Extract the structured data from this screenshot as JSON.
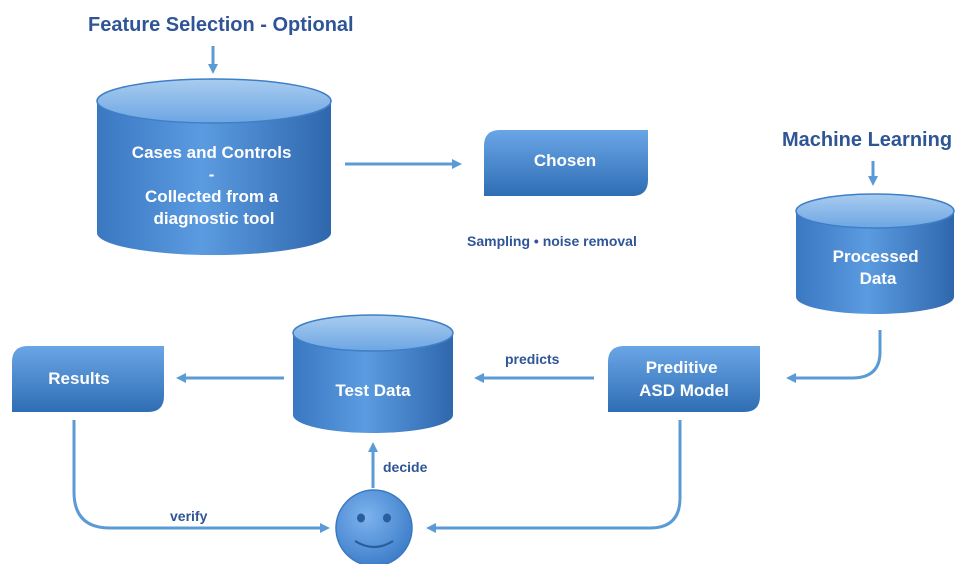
{
  "headings": {
    "feature_selection": "Feature Selection - Optional",
    "machine_learning": "Machine Learning"
  },
  "nodes": {
    "cases_controls": [
      "Cases and Controls",
      "-",
      "Collected from a",
      "diagnostic tool"
    ],
    "chosen": "Chosen",
    "processed_data": [
      "Processed",
      "Data"
    ],
    "predictive_model": [
      "Preditive",
      "ASD Model"
    ],
    "test_data": "Test Data",
    "results": "Results"
  },
  "edge_labels": {
    "sampling": "Sampling • noise removal",
    "predicts": "predicts",
    "decide": "decide",
    "verify": "verify"
  },
  "colors": {
    "shape_fill": "#4f8fd6",
    "shape_dark": "#2e6db3",
    "arrow": "#5b9bd5",
    "label": "#2f5597"
  }
}
